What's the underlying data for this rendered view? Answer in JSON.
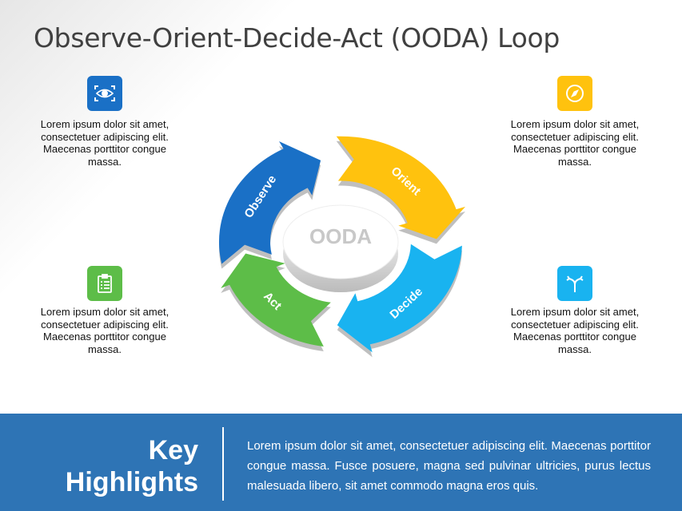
{
  "title": "Observe-Orient-Decide-Act (OODA) Loop",
  "center_label": "OODA",
  "stages": [
    {
      "label": "Observe",
      "color": "#1a70c6",
      "icon": "eye-scan-icon"
    },
    {
      "label": "Orient",
      "color": "#ffc20e",
      "icon": "compass-icon"
    },
    {
      "label": "Decide",
      "color": "#19b3f0",
      "icon": "split-arrows-icon"
    },
    {
      "label": "Act",
      "color": "#5dbd48",
      "icon": "clipboard-checklist-icon"
    }
  ],
  "desc": {
    "observe": [
      "Lorem ipsum  dolor sit amet,",
      "consectetuer adipiscing  elit.",
      "Maecenas porttitor congue",
      "massa."
    ],
    "orient": [
      "Lorem ipsum  dolor sit amet,",
      "consectetuer adipiscing  elit.",
      "Maecenas porttitor congue",
      "massa."
    ],
    "act": [
      "Lorem ipsum  dolor sit amet,",
      "consectetuer adipiscing  elit.",
      "Maecenas porttitor congue",
      "massa."
    ],
    "decide": [
      "Lorem ipsum  dolor sit amet,",
      "consectetuer adipiscing  elit.",
      "Maecenas porttitor congue",
      "massa."
    ]
  },
  "highlights": {
    "heading_line1": "Key",
    "heading_line2": "Highlights",
    "body": "Lorem ipsum dolor sit amet, consectetuer adipiscing elit. Maecenas porttitor congue massa. Fusce posuere, magna sed pulvinar ultricies, purus lectus malesuada libero, sit amet commodo magna eros quis."
  }
}
